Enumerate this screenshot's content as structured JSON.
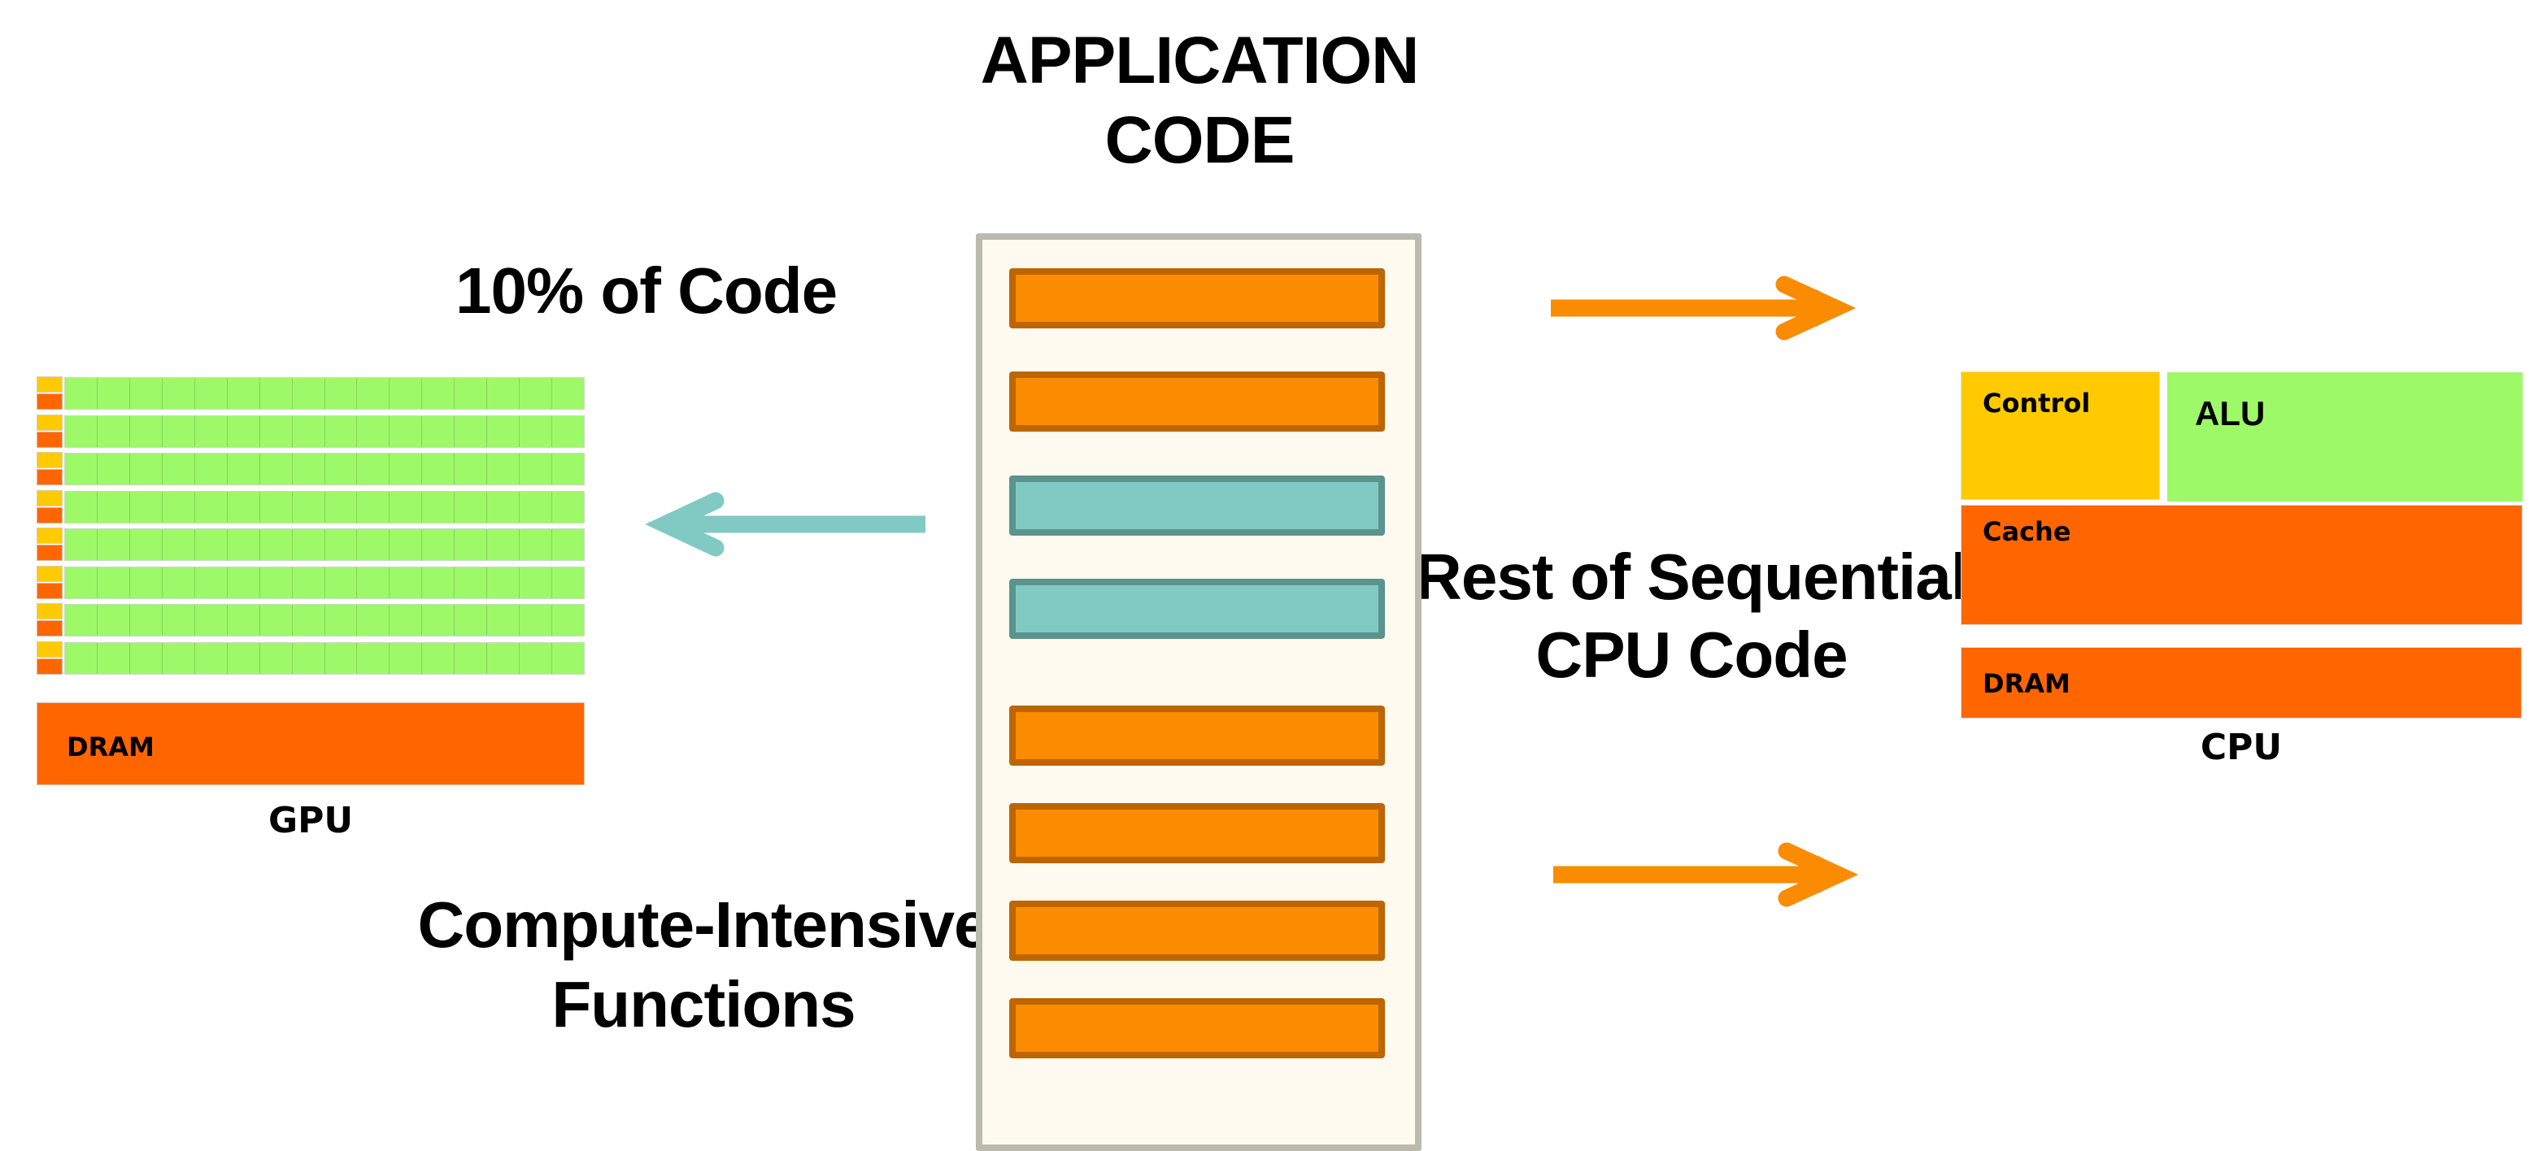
{
  "title": {
    "lines": [
      "APPLICATION",
      "CODE"
    ]
  },
  "labels": {
    "gpu_portion": "10% of Code",
    "cpu_portion": [
      "Rest of Sequential",
      "CPU Code"
    ],
    "compute_intensive": [
      "Compute-Intensive",
      "Functions"
    ]
  },
  "code_blocks": [
    {
      "target": "cpu"
    },
    {
      "target": "cpu"
    },
    {
      "target": "gpu"
    },
    {
      "target": "gpu"
    },
    {
      "target": "cpu"
    },
    {
      "target": "cpu"
    },
    {
      "target": "cpu"
    },
    {
      "target": "cpu"
    }
  ],
  "arrows": [
    {
      "name": "to-gpu",
      "direction": "left",
      "color": "#81cac3"
    },
    {
      "name": "to-cpu-top",
      "direction": "right",
      "color": "#fb8b00"
    },
    {
      "name": "to-cpu-bottom",
      "direction": "right",
      "color": "#fb8b00"
    }
  ],
  "gpu": {
    "name": "GPU",
    "dram_label": "DRAM",
    "rows": 8,
    "alus_per_row": 16
  },
  "cpu": {
    "name": "CPU",
    "control_label": "Control",
    "alu_label": "ALU",
    "cache_label": "Cache",
    "dram_label": "DRAM"
  },
  "colors": {
    "cpu_code": "#fb8b00",
    "cpu_code_border": "#bd6500",
    "gpu_code": "#81cac3",
    "gpu_code_border": "#5a948c",
    "control": "#ffcb00",
    "alu": "#9df968",
    "cache_dram": "#ff6600",
    "code_panel_bg": "#fffaf0",
    "code_panel_border": "#bcb9af"
  }
}
